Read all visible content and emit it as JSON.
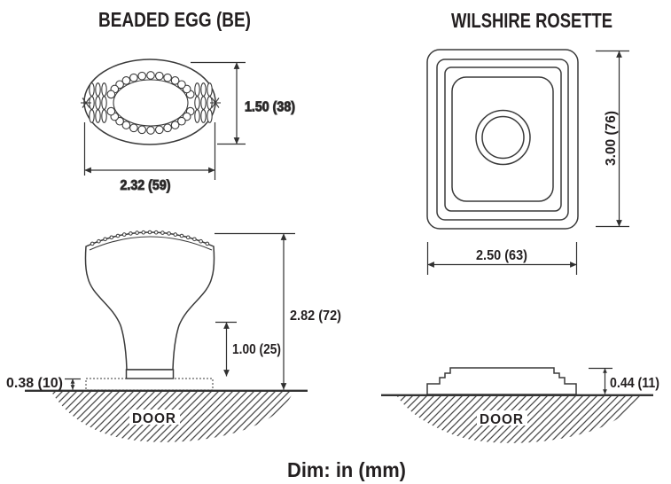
{
  "beaded_egg": {
    "title": "BEADED EGG (BE)",
    "top_view": {
      "height_dim": "1.50 (38)",
      "width_dim": "2.32 (59)"
    },
    "side_view": {
      "overall_height_dim": "2.82 (72)",
      "projection_dim": "1.00 (25)",
      "base_thickness_dim": "0.38 (10)",
      "door_label": "DOOR"
    }
  },
  "wilshire_rosette": {
    "title": "WILSHIRE ROSETTE",
    "front_view": {
      "height_dim": "3.00 (76)",
      "width_dim": "2.50 (63)"
    },
    "side_view": {
      "thickness_dim": "0.44 (11)",
      "door_label": "DOOR"
    }
  },
  "footer": {
    "units_note": "Dim: in (mm)"
  },
  "colors": {
    "line": "#3a3a3a",
    "text": "#231f20",
    "background": "#ffffff"
  }
}
